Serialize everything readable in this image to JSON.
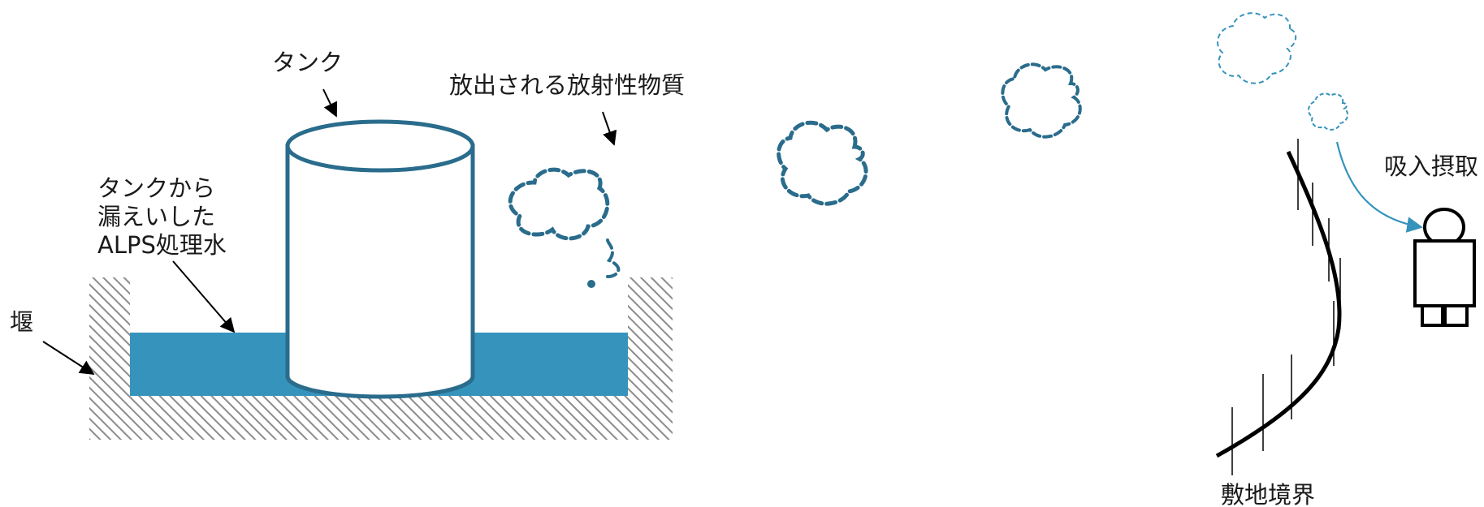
{
  "labels": {
    "tank": "タンク",
    "released": "放出される放射性物質",
    "leak_line1": "タンクから",
    "leak_line2": "漏えいした",
    "leak_line3": "ALPS処理水",
    "weir": "堰",
    "inhalation": "吸入摂取",
    "boundary": "敷地境界"
  },
  "colors": {
    "water": "#3593BC",
    "tank_outline": "#2A6C8C",
    "cloud_dark": "#2A6C8C",
    "cloud_light": "#3593BC",
    "hatch": "#8c8c8c",
    "arrow_blue": "#3593BC",
    "ink": "#000000"
  }
}
